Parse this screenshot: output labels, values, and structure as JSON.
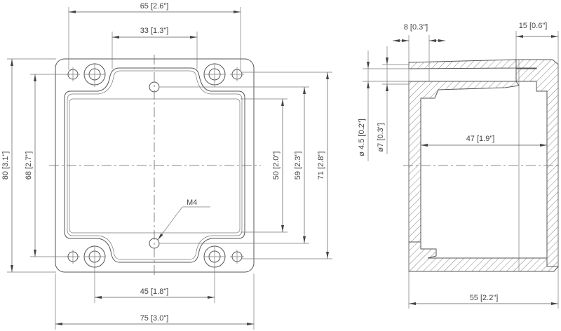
{
  "front_view": {
    "dim_width_outer_holes": "65 [2.6\"]",
    "dim_top_bosses": "33 [1.3\"]",
    "dim_height_total": "80 [3.1\"]",
    "dim_height_holes": "68 [2.7\"]",
    "dim_inner_height": "50 [2.0\"]",
    "dim_lid_holes": "59 [2.3\"]",
    "dim_body_height": "71 [2.8\"]",
    "dim_bottom_bosses": "45 [1.8\"]",
    "dim_width_total": "75 [3.0\"]",
    "thread_label": "M4"
  },
  "section_view": {
    "dim_hole_depth": "8 [0.3\"]",
    "dim_lid_depth": "15 [0.6\"]",
    "dim_hole_dia": "ø 4.5 [0.2\"]",
    "dim_counterbore_dia": "ø7 [0.3\"]",
    "dim_inner_depth": "47 [1.9\"]",
    "dim_total_depth": "55 [2.2\"]"
  }
}
